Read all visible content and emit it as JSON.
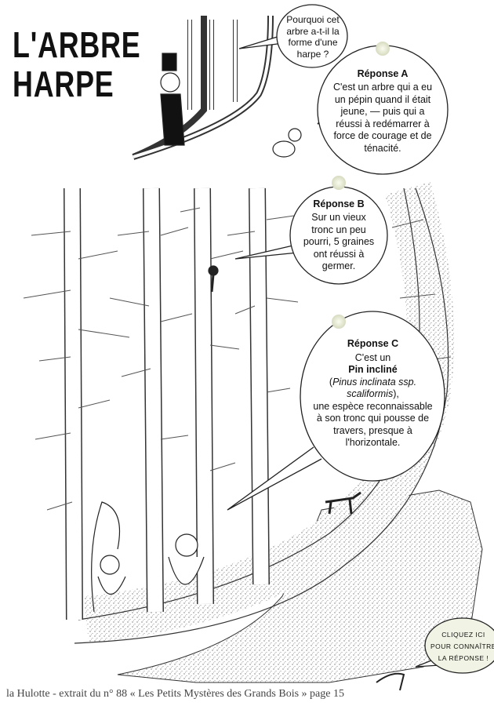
{
  "title": {
    "line1": "L'ARBRE",
    "line2": "HARPE"
  },
  "question": "Pourquoi cet arbre a-t-il la forme d'une harpe ?",
  "answers": [
    {
      "label": "Réponse A",
      "text": "C'est un arbre qui a eu un pépin quand il était jeune, — puis qui a réussi à redémarrer à force de courage et de ténacité."
    },
    {
      "label": "Réponse B",
      "text": "Sur un vieux tronc un peu pourri, 5 graines ont réussi à germer."
    },
    {
      "label": "Réponse C",
      "text_before": "C'est un",
      "bold": "Pin incliné",
      "italic_open": "(",
      "italic": "Pinus inclinata ssp. scaliformis",
      "italic_close": "),",
      "text_after": "une espèce reconnaissable à son tronc qui pousse de travers, presque à l'horizontale."
    }
  ],
  "cta": {
    "line1": "Cliquez ici",
    "line2": "pour connaître",
    "line3": "la réponse !"
  },
  "footer": "la Hulotte - extrait du n° 88 « Les Petits Mystères des Grands Bois » page 15",
  "colors": {
    "pin": "#eef0dc",
    "cta_bg": "#f1f3e4",
    "ink": "#111111"
  }
}
